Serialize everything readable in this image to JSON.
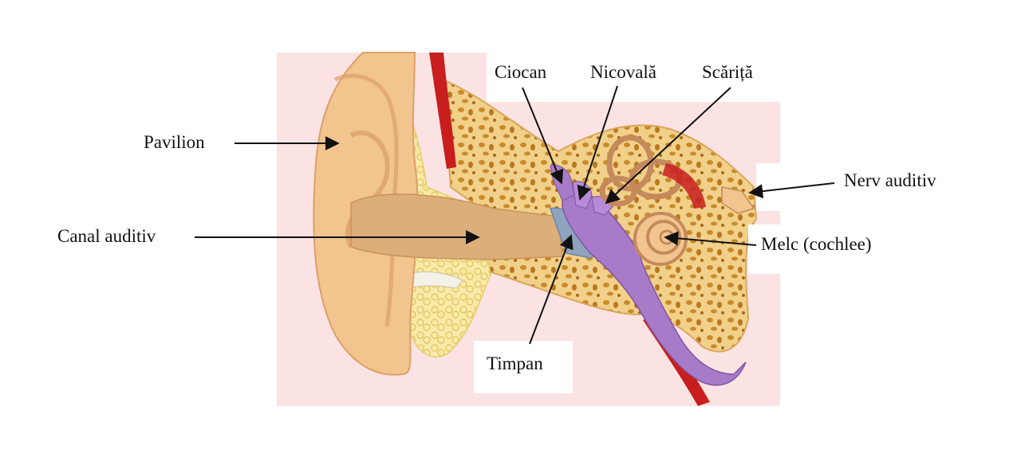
{
  "labels": {
    "pavilion": "Pavilion",
    "canal": "Canal auditiv",
    "ciocan": "Ciocan",
    "nicovala": "Nicovală",
    "scarita": "Scăriță",
    "nerv": "Nerv auditiv",
    "melc": "Melc (cochlee)",
    "timpan": "Timpan"
  },
  "colors": {
    "panel": "#fbe3e3",
    "skin": "#f2c48e",
    "skin_dark": "#dca06a",
    "bone": "#f1d08a",
    "bone_spots": "#c98a2a",
    "fat": "#f6e59a",
    "ossicles": "#a77bc7",
    "inner_ear": "#c48a5c",
    "vessel_red": "#c81e1e",
    "eardrum": "#8ea3bd"
  }
}
